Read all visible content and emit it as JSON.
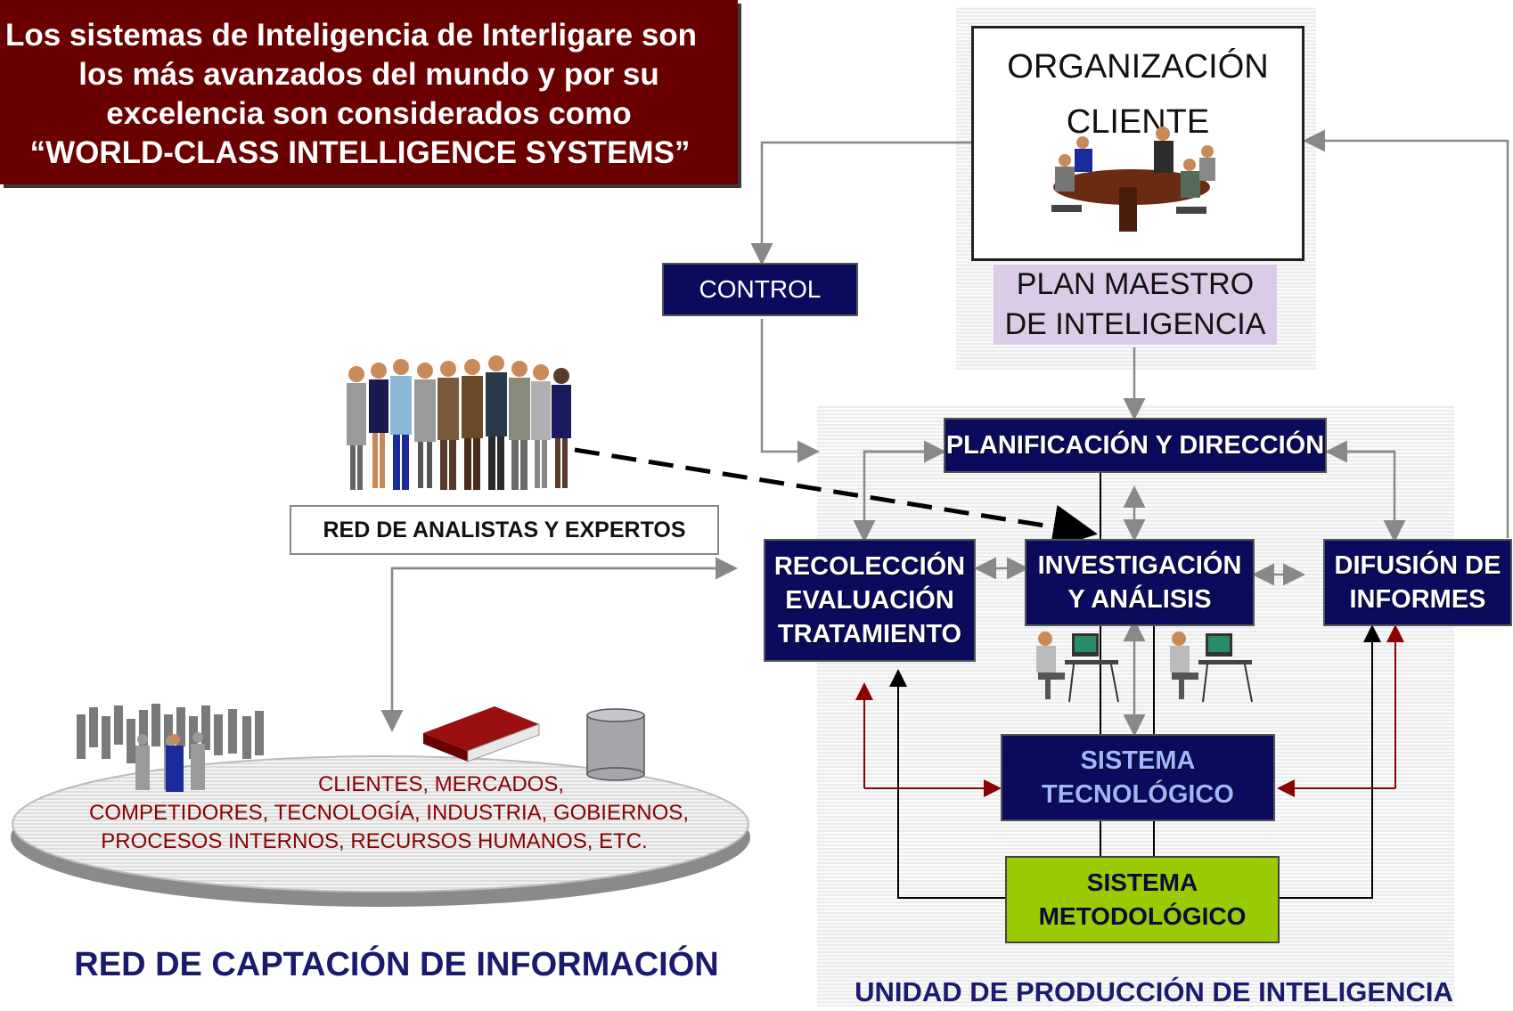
{
  "banner": {
    "line1": "Los sistemas de Inteligencia de Interligare son",
    "line2": "los más avanzados del mundo y por su",
    "line3": "excelencia son considerados como",
    "line4": "“WORLD-CLASS INTELLIGENCE SYSTEMS”"
  },
  "org": {
    "line1": "ORGANIZACIÓN",
    "line2": "CLIENTE"
  },
  "plan": {
    "line1": "PLAN MAESTRO",
    "line2": "DE INTELIGENCIA"
  },
  "control": "CONTROL",
  "planificacion": "PLANIFICACIÓN Y DIRECCIÓN",
  "recoleccion": {
    "line1": "RECOLECCIÓN",
    "line2": "EVALUACIÓN",
    "line3": "TRATAMIENTO"
  },
  "investigacion": {
    "line1": "INVESTIGACIÓN",
    "line2": "Y ANÁLISIS"
  },
  "difusion": {
    "line1": "DIFUSIÓN DE",
    "line2": "INFORMES"
  },
  "tecnologico": {
    "line1": "SISTEMA",
    "line2": "TECNOLÓGICO"
  },
  "metodologico": {
    "line1": "SISTEMA",
    "line2": "METODOLÓGICO"
  },
  "red_analistas": "RED DE ANALISTAS Y EXPERTOS",
  "sources": {
    "line1": "CLIENTES, MERCADOS,",
    "line2": "COMPETIDORES, TECNOLOGÍA, INDUSTRIA, GOBIERNOS,",
    "line3": "PROCESOS INTERNOS, RECURSOS HUMANOS, ETC."
  },
  "red_captacion_title": "RED DE CAPTACIÓN DE INFORMACIÓN",
  "unidad_title": "UNIDAD DE  PRODUCCIÓN DE INTELIGENCIA",
  "colors": {
    "banner": "#6a0000",
    "navy": "#0b0b5e",
    "plan": "#dccbe6",
    "green": "#99cc00",
    "dark_red_arrow": "#8b0000",
    "title_blue": "#1a1a6e"
  },
  "icons": [
    "meeting-icon",
    "analysts-group-icon",
    "crowd-icon",
    "book-icon",
    "database-icon",
    "computer-user-icon"
  ]
}
